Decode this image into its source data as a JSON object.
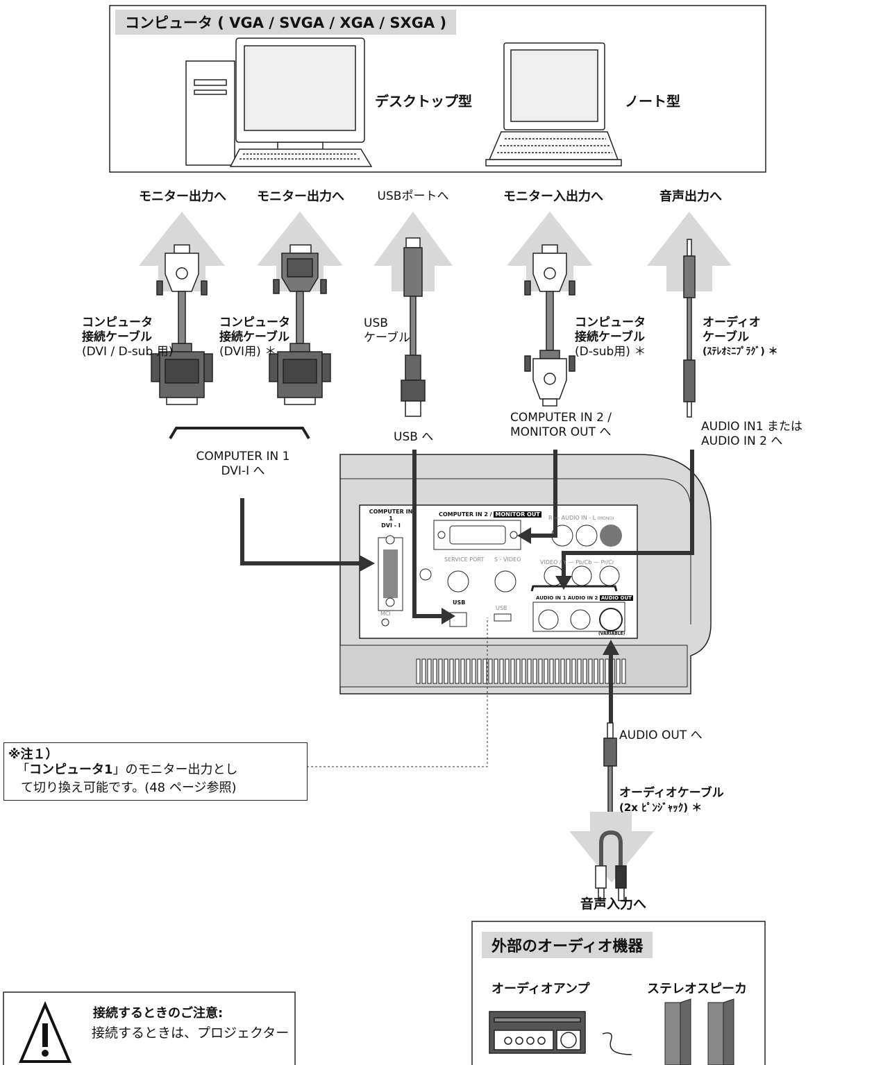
{
  "computer_box": {
    "title": "コンピュータ ( VGA / SVGA / XGA / SXGA )",
    "desktop_label": "デスクトップ型",
    "notebook_label": "ノート型"
  },
  "connections": [
    {
      "dest": "モニター出力へ",
      "cable": [
        "コンピュータ",
        "接続ケーブル",
        "(DVI / D-sub 用)"
      ]
    },
    {
      "dest": "モニター出力へ",
      "cable": [
        "コンピュータ",
        "接続ケーブル",
        "(DVI用) ＊"
      ]
    },
    {
      "dest": "USBポートへ",
      "cable": [
        "USB",
        "ケーブル"
      ]
    },
    {
      "dest": "モニター入出力へ",
      "cable": [
        "コンピュータ",
        "接続ケーブル",
        "(D-sub用) ＊"
      ]
    },
    {
      "dest": "音声出力へ",
      "cable": [
        "オーディオ",
        "ケーブル",
        "(ｽﾃﾚｵﾐﾆﾌﾟﾗｸﾞ) ＊"
      ]
    }
  ],
  "ports": {
    "computer_in1_line1": "COMPUTER IN 1",
    "computer_in1_line2": "DVI-I へ",
    "usb": "USB へ",
    "computer_in2_line1": "COMPUTER IN 2 /",
    "computer_in2_line2": "MONITOR OUT へ",
    "audio_in_line1": "AUDIO  IN1 または",
    "audio_in_line2": "AUDIO IN 2 へ",
    "audio_out": "AUDIO OUT へ"
  },
  "panel_labels": {
    "computer_in1": "COMPUTER IN 1",
    "dvi_i": "DVI - I",
    "computer_in2": "COMPUTER IN 2 /",
    "monitor_out": "MONITOR  OUT",
    "audio_in_l": "R — AUDIO IN - L",
    "mono": "(MONO)",
    "service_port": "SERVICE PORT",
    "s_video": "S - VIDEO",
    "video": "VIDEO / Y — Pb/Cb — Pr/Cr",
    "usb1": "USB",
    "usb2": "USB",
    "mci": "MCI",
    "audio_in1": "AUDIO IN 1",
    "audio_in2": "AUDIO IN 2",
    "audio_out": "AUDIO OUT",
    "variable": "(VARIABLE)"
  },
  "note": {
    "title": "※注１）",
    "line1_pre": "「",
    "line1_bold": "コンピュータ1",
    "line1_post": "」のモニター出力とし",
    "line2": "て切り換え可能です。(48 ページ参照)"
  },
  "audio_cable": {
    "line1": "オーディオケーブル",
    "line2": "(2x ﾋﾟﾝｼﾞｬｯｸ) ＊",
    "dest": "音声入力へ"
  },
  "audio_box": {
    "title": "外部のオーディオ機器",
    "amp": "オーディオアンプ",
    "speaker": "ステレオスピーカ"
  },
  "caution": {
    "title": "接続するときのご注意:",
    "text": "接続するときは、プロジェクター"
  }
}
